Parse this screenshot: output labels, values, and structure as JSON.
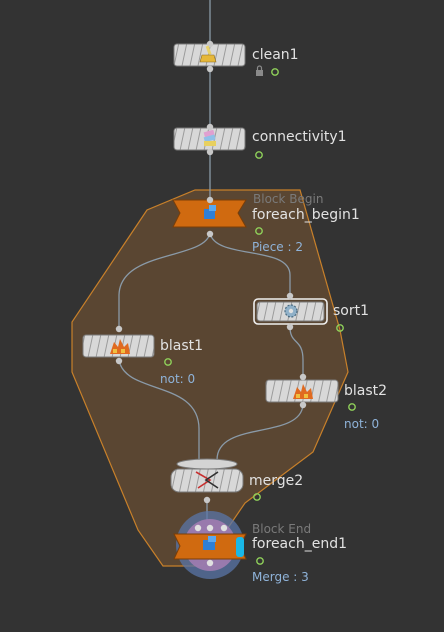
{
  "nodes": {
    "clean1": {
      "name": "clean1"
    },
    "connectivity1": {
      "name": "connectivity1"
    },
    "foreach_begin1": {
      "name": "foreach_begin1",
      "type_label": "Block Begin",
      "info": "Piece : 2"
    },
    "sort1": {
      "name": "sort1"
    },
    "blast1": {
      "name": "blast1",
      "info": "not: 0"
    },
    "blast2": {
      "name": "blast2",
      "info": "not: 0"
    },
    "merge2": {
      "name": "merge2"
    },
    "foreach_end1": {
      "name": "foreach_end1",
      "type_label": "Block End",
      "info": "Merge : 3"
    }
  },
  "colors": {
    "background": "#333333",
    "block_fill": "#5a4632",
    "block_border": "#c8802a",
    "foreach_node": "#d06a10",
    "node_body": "#d4d4d4",
    "wire": "#8a9aa8",
    "flag_green": "#8fd05a",
    "end_ring_purple": "#a07cb0",
    "end_ring_blue": "#5a76a8",
    "bypass_cyan": "#19b8e8"
  },
  "icons": {
    "clean1": "broom-icon",
    "connectivity1": "connectivity-icon",
    "foreach_begin1": "foreach-cube-icon",
    "sort1": "sort-gear-icon",
    "blast1": "blast-icon",
    "blast2": "blast-icon",
    "merge2": "merge-icon",
    "foreach_end1": "foreach-cube-icon",
    "lock": "lock-icon"
  }
}
